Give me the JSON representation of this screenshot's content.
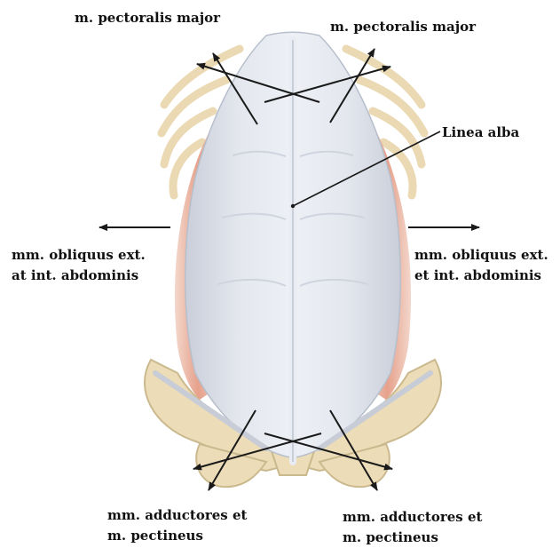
{
  "labels": {
    "pectoralis_left": "m. pectoralis major",
    "pectoralis_right": "m. pectoralis major",
    "linea_alba": "Linea alba",
    "obliquus_left_line1": "mm. obliquus ext.",
    "obliquus_left_line2": "at int.  abdominis",
    "obliquus_right_line1": "mm. obliquus ext.",
    "obliquus_right_line2": "et int.  abdominis",
    "adductores_left_line1": "mm. adductores et",
    "adductores_left_line2": "m. pectineus",
    "adductores_right_line1": "mm. adductores et",
    "adductores_right_line2": "m. pectineus"
  },
  "colors": {
    "label_text": "#111111",
    "arrow": "#1a1a1a",
    "sheath": "#dde1ea",
    "sheath_shadow": "#b8bfcc",
    "muscle": "#e8a08c",
    "bone": "#ecdcb8",
    "bone_outline": "#cbb98e"
  }
}
